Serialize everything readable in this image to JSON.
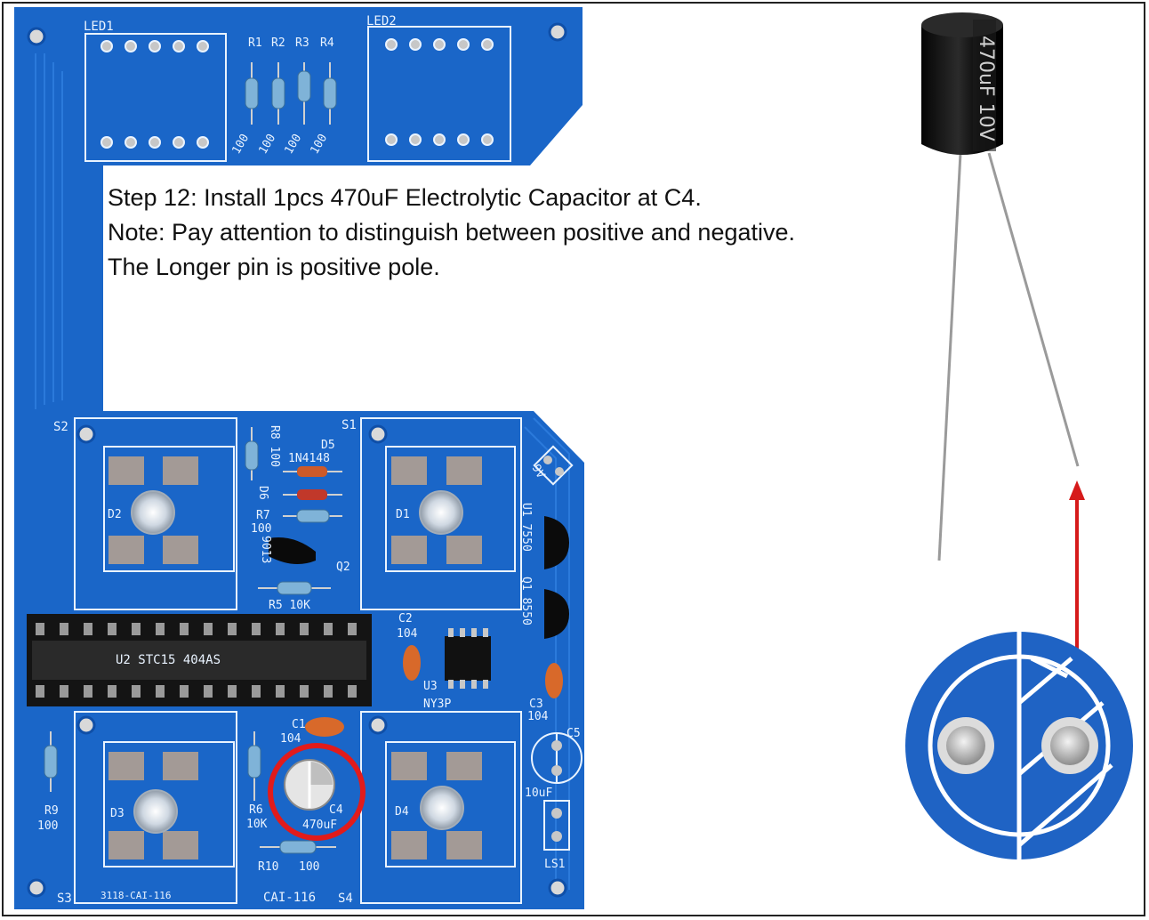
{
  "instructions": {
    "step": "Step 12: Install 1pcs 470uF Electrolytic Capacitor at C4.",
    "note": "Note: Pay attention to distinguish between positive and negative.",
    "pole": "The Longer pin is positive pole."
  },
  "pcb_labels": {
    "led1": "LED1",
    "led2": "LED2",
    "r1": "R1",
    "r2": "R2",
    "r3": "R3",
    "r4": "R4",
    "r_values": "100",
    "s1": "S1",
    "s2": "S2",
    "s3": "S3",
    "s4": "S4",
    "r8": "R8 100",
    "d5": "D5",
    "d5_part": "1N4148",
    "d6": "D6",
    "r7": "R7",
    "r7_val": "100",
    "q2_part": "9013",
    "q2": "Q2",
    "r5": "R5 10K",
    "d1": "D1",
    "d2": "D2",
    "d3": "D3",
    "d4": "D4",
    "u2": "U2 STC15 404AS",
    "c2": "C2",
    "c2_val": "104",
    "u3": "U3",
    "u3_part": "NY3P",
    "c3": "C3",
    "c3_val": "104",
    "c1": "C1",
    "c1_val": "104",
    "c4": "C4",
    "c4_val": "470uF",
    "r6": "R6",
    "r6_val": "10K",
    "r9": "R9",
    "r9_val": "100",
    "r10": "R10",
    "r10_val": "100",
    "u1": "U1 7550",
    "q1": "Q1 8550",
    "c5": "C5",
    "c5_val": "10uF",
    "power": "9V",
    "ls1": "LS1",
    "board_code": "3118-CAI-116",
    "board_name": "CAI-116"
  },
  "capacitor_marking": "470uF 10V",
  "colors": {
    "pcb": "#1a66c8",
    "pcb_dark": "#0f4fa8",
    "silk": "#e9f3ff",
    "highlight": "#e11b1b",
    "arrow": "#d61a1a"
  }
}
